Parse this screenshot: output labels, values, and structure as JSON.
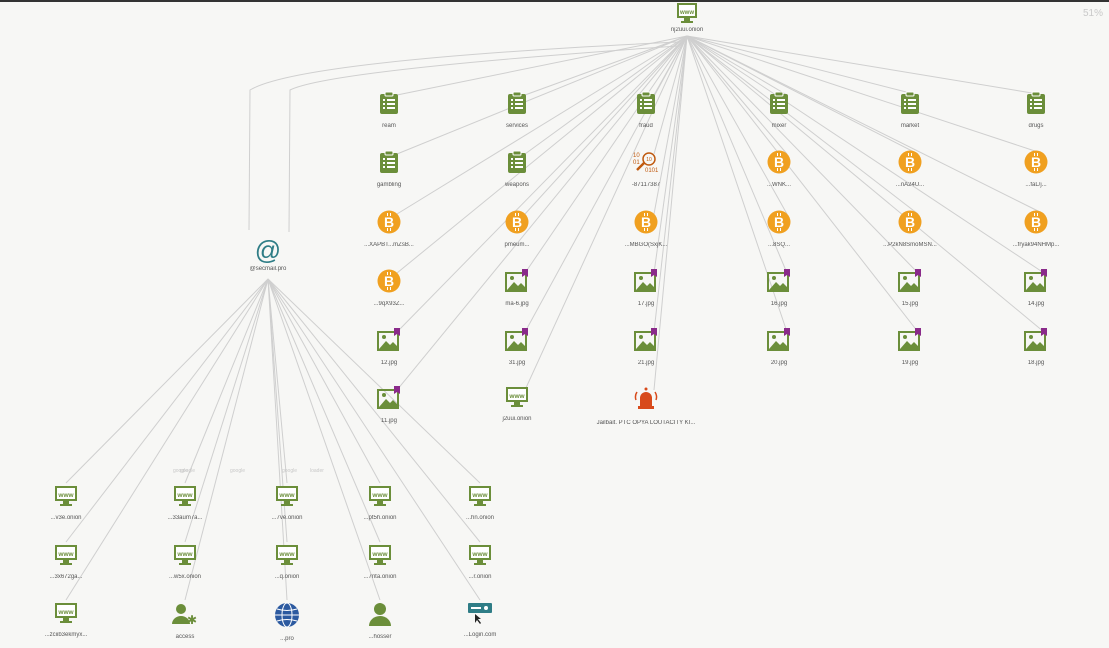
{
  "zoom": "51%",
  "colors": {
    "green": "#6b8e3a",
    "bitcoin": "#f0a020",
    "teal": "#2f7d86",
    "alert": "#d84a1b",
    "edge": "#cfcfcf",
    "flag": "#8a2b8a"
  },
  "root": {
    "icon": "www-icon",
    "label": "nj2uui.onion"
  },
  "email": {
    "icon": "at-icon",
    "label": "@secmail.pro"
  },
  "nodes": [
    {
      "id": "n1",
      "icon": "clipboard-icon",
      "label": "ream"
    },
    {
      "id": "n2",
      "icon": "clipboard-icon",
      "label": "services"
    },
    {
      "id": "n3",
      "icon": "clipboard-icon",
      "label": "fraud"
    },
    {
      "id": "n4",
      "icon": "clipboard-icon",
      "label": "mixer"
    },
    {
      "id": "n5",
      "icon": "clipboard-icon",
      "label": "market"
    },
    {
      "id": "n6",
      "icon": "clipboard-icon",
      "label": "drugs"
    },
    {
      "id": "n7",
      "icon": "clipboard-icon",
      "label": "gambling"
    },
    {
      "id": "n8",
      "icon": "clipboard-icon",
      "label": "weapons"
    },
    {
      "id": "n9",
      "icon": "binary-icon",
      "label": "-87117387"
    },
    {
      "id": "n10",
      "icon": "bitcoin-icon",
      "label": "...WNK..."
    },
    {
      "id": "n11",
      "icon": "bitcoin-icon",
      "label": "...nA24U..."
    },
    {
      "id": "n12",
      "icon": "bitcoin-icon",
      "label": "...faL/j..."
    },
    {
      "id": "n13",
      "icon": "bitcoin-icon",
      "label": "...XAPBT...mZsB..."
    },
    {
      "id": "n14",
      "icon": "bitcoin-icon",
      "label": "pmeum..."
    },
    {
      "id": "n15",
      "icon": "bitcoin-icon",
      "label": "...MBGO(SxjK..."
    },
    {
      "id": "n16",
      "icon": "bitcoin-icon",
      "label": "...8SQ..."
    },
    {
      "id": "n17",
      "icon": "bitcoin-icon",
      "label": "...P2kN8SmoMSN..."
    },
    {
      "id": "n18",
      "icon": "bitcoin-icon",
      "label": "...fryak94NHMp..."
    },
    {
      "id": "n19",
      "icon": "bitcoin-icon",
      "label": "...9qX93Z..."
    },
    {
      "id": "n20",
      "icon": "image-icon",
      "label": "ma-6.jpg"
    },
    {
      "id": "n21",
      "icon": "image-icon",
      "label": "17.jpg"
    },
    {
      "id": "n22",
      "icon": "image-icon",
      "label": "16.jpg"
    },
    {
      "id": "n23",
      "icon": "image-icon",
      "label": "15.jpg"
    },
    {
      "id": "n24",
      "icon": "image-icon",
      "label": "14.jpg"
    },
    {
      "id": "n25",
      "icon": "image-icon",
      "label": "12.jpg"
    },
    {
      "id": "n26",
      "icon": "image-icon",
      "label": "31.jpg"
    },
    {
      "id": "n27",
      "icon": "image-icon",
      "label": "21.jpg"
    },
    {
      "id": "n28",
      "icon": "image-icon",
      "label": "20.jpg"
    },
    {
      "id": "n29",
      "icon": "image-icon",
      "label": "19.jpg"
    },
    {
      "id": "n30",
      "icon": "image-icon",
      "label": "18.jpg"
    },
    {
      "id": "n31",
      "icon": "image-icon",
      "label": "11.jpg"
    },
    {
      "id": "n32",
      "icon": "www-icon",
      "label": "j2uui.onion"
    },
    {
      "id": "n33",
      "icon": "alert-icon",
      "label": "Jailbait. PTC OPYA LOUTACITY KI..."
    },
    {
      "id": "n34",
      "icon": "www-icon",
      "label": "...v3e.onion"
    },
    {
      "id": "n35",
      "icon": "www-icon",
      "label": "...33aum7a..."
    },
    {
      "id": "n36",
      "icon": "www-icon",
      "label": "...7ve.onion"
    },
    {
      "id": "n37",
      "icon": "www-icon",
      "label": "...pt5h.onion"
    },
    {
      "id": "n38",
      "icon": "www-icon",
      "label": "...hn.onion"
    },
    {
      "id": "n39",
      "icon": "www-icon",
      "label": "...3x672ga..."
    },
    {
      "id": "n40",
      "icon": "www-icon",
      "label": "...w5x.onion"
    },
    {
      "id": "n41",
      "icon": "www-icon",
      "label": "...q.onion"
    },
    {
      "id": "n42",
      "icon": "www-icon",
      "label": "...7rita.onion"
    },
    {
      "id": "n43",
      "icon": "www-icon",
      "label": "...r.onion"
    },
    {
      "id": "n44",
      "icon": "www-icon",
      "label": "...zciib3ekmyx..."
    },
    {
      "id": "n45",
      "icon": "user-gear-icon",
      "label": "access"
    },
    {
      "id": "n46",
      "icon": "globe-icon",
      "label": "...pro"
    },
    {
      "id": "n47",
      "icon": "user-icon",
      "label": "...hosser"
    },
    {
      "id": "n48",
      "icon": "login-card-icon",
      "label": "...Login.com"
    }
  ],
  "edge_tags": [
    "google",
    "google",
    "google",
    "google",
    "loader"
  ]
}
